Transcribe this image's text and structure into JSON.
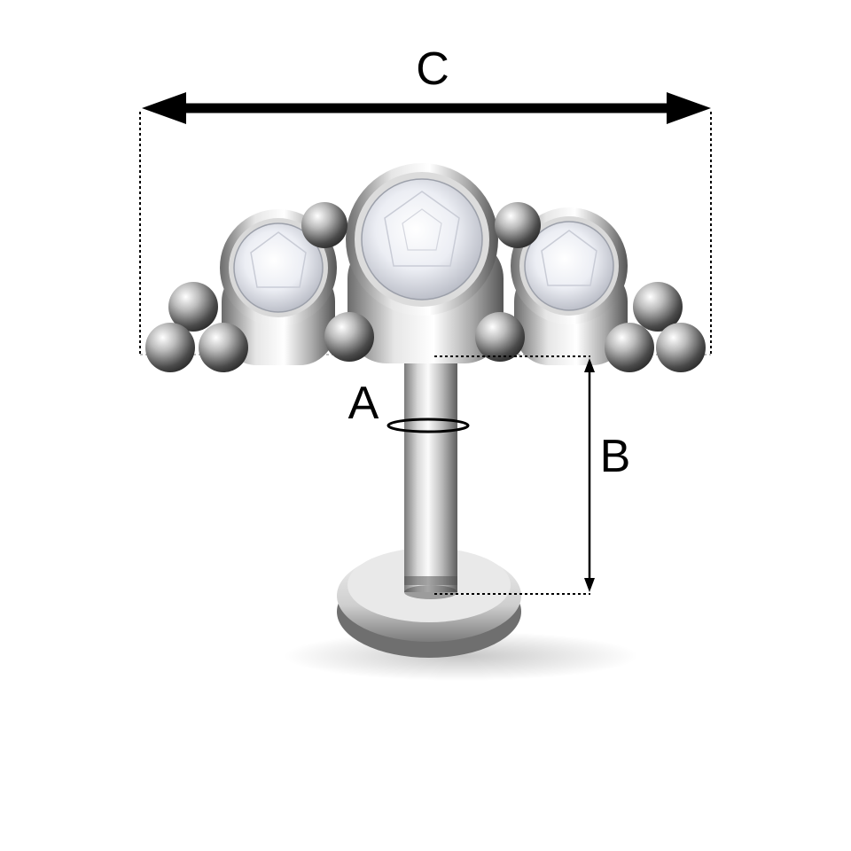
{
  "labels": {
    "width": "C",
    "diameter": "A",
    "length": "B"
  },
  "colors": {
    "metal_light": "#f4f4f4",
    "metal_mid": "#c2c2c2",
    "metal_dark": "#5a5a5a",
    "gem": "#eef0f6",
    "dimension_line": "#000000"
  }
}
